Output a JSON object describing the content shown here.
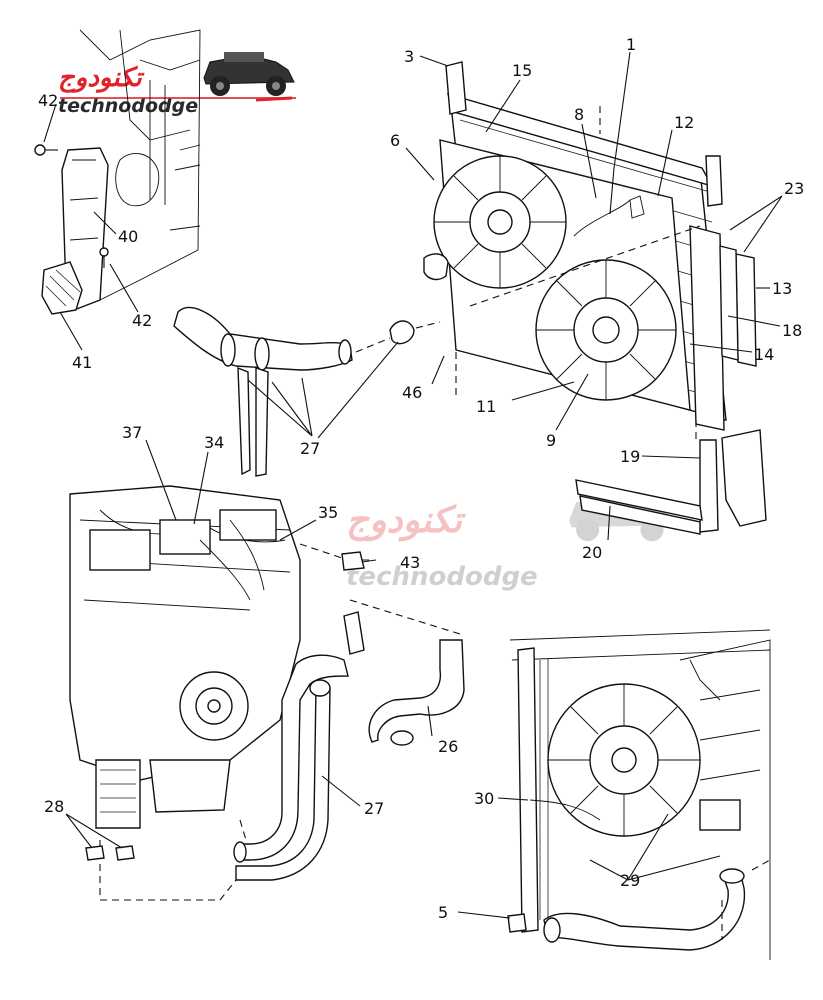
{
  "watermark": {
    "arabic": "تكنودوج",
    "latin": "technododge",
    "brand_red": "#e0232b",
    "brand_dark": "#2a2a2a"
  },
  "callouts": [
    {
      "id": "c1",
      "text": "1"
    },
    {
      "id": "c3",
      "text": "3"
    },
    {
      "id": "c5",
      "text": "5"
    },
    {
      "id": "c6",
      "text": "6"
    },
    {
      "id": "c8",
      "text": "8"
    },
    {
      "id": "c9",
      "text": "9"
    },
    {
      "id": "c11",
      "text": "11"
    },
    {
      "id": "c12",
      "text": "12"
    },
    {
      "id": "c13",
      "text": "13"
    },
    {
      "id": "c14",
      "text": "14"
    },
    {
      "id": "c15",
      "text": "15"
    },
    {
      "id": "c18",
      "text": "18"
    },
    {
      "id": "c19",
      "text": "19"
    },
    {
      "id": "c20",
      "text": "20"
    },
    {
      "id": "c23",
      "text": "23"
    },
    {
      "id": "c26",
      "text": "26"
    },
    {
      "id": "c27a",
      "text": "27"
    },
    {
      "id": "c27b",
      "text": "27"
    },
    {
      "id": "c28",
      "text": "28"
    },
    {
      "id": "c29",
      "text": "29"
    },
    {
      "id": "c30",
      "text": "30"
    },
    {
      "id": "c34",
      "text": "34"
    },
    {
      "id": "c35",
      "text": "35"
    },
    {
      "id": "c37",
      "text": "37"
    },
    {
      "id": "c40",
      "text": "40"
    },
    {
      "id": "c41",
      "text": "41"
    },
    {
      "id": "c42a",
      "text": "42"
    },
    {
      "id": "c42b",
      "text": "42"
    },
    {
      "id": "c43",
      "text": "43"
    },
    {
      "id": "c46",
      "text": "46"
    }
  ]
}
